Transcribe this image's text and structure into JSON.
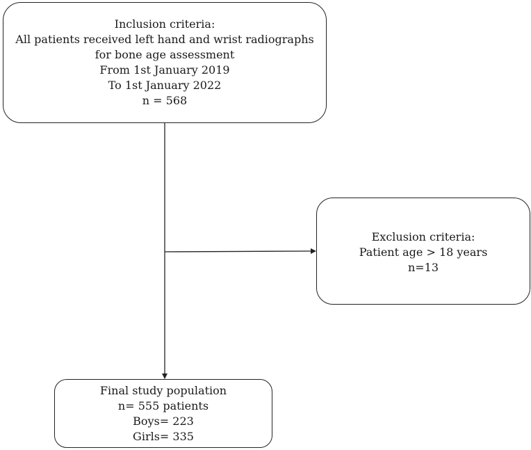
{
  "flowchart": {
    "inclusion": {
      "lines": [
        "Inclusion criteria:",
        "All patients received left hand and wrist radiographs",
        "for bone age assessment",
        "From 1st January 2019",
        "To 1st January 2022",
        "n = 568"
      ]
    },
    "exclusion": {
      "lines": [
        "Exclusion criteria:",
        "Patient age > 18 years",
        "n=13"
      ]
    },
    "final": {
      "lines": [
        "Final study population",
        "n= 555 patients",
        "Boys= 223",
        "Girls= 335"
      ]
    }
  }
}
